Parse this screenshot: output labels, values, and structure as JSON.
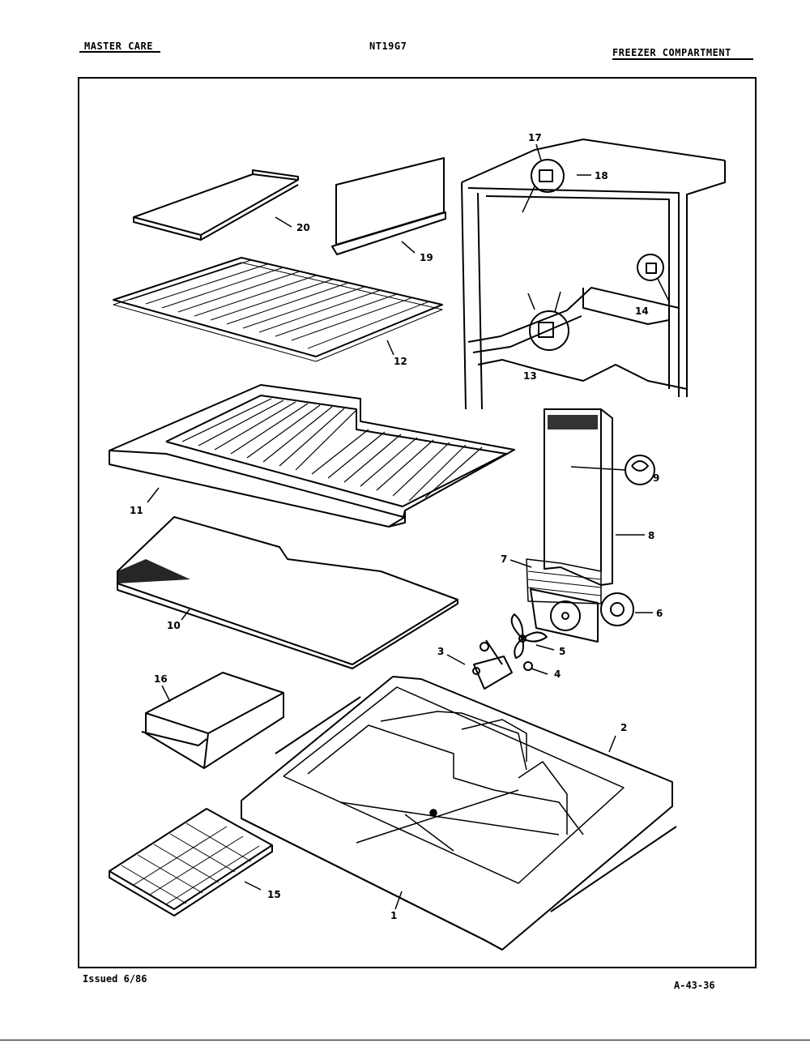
{
  "header": {
    "left": "MASTER CARE",
    "center": "NT19G7",
    "right": "FREEZER COMPARTMENT"
  },
  "footer": {
    "issued": "Issued 6/86",
    "code": "A-43-36"
  },
  "callouts": [
    "1",
    "2",
    "3",
    "4",
    "5",
    "6",
    "7",
    "8",
    "9",
    "10",
    "11",
    "12",
    "13",
    "14",
    "15",
    "16",
    "17",
    "18",
    "19",
    "20"
  ]
}
